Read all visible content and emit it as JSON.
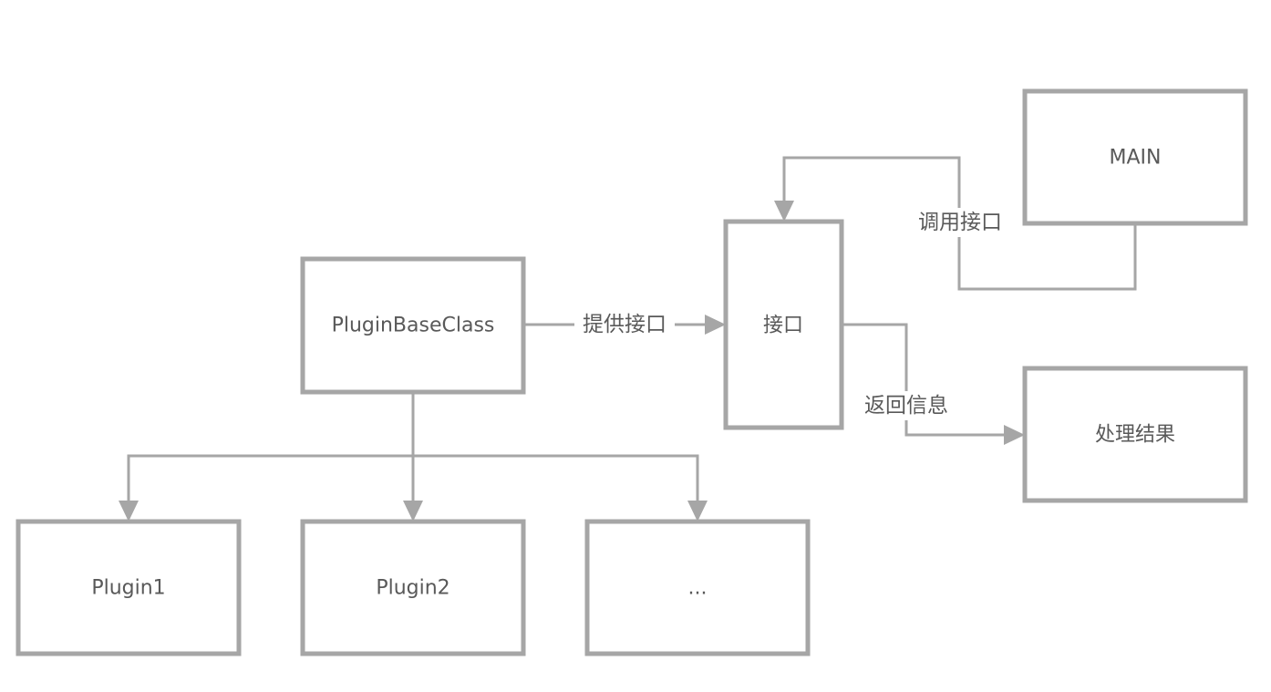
{
  "nodes": {
    "plugin_base_class": "PluginBaseClass",
    "interface": "接口",
    "main": "MAIN",
    "result": "处理结果",
    "plugin1": "Plugin1",
    "plugin2": "Plugin2",
    "more": "..."
  },
  "edges": {
    "provide_interface": "提供接口",
    "call_interface": "调用接口",
    "return_info": "返回信息"
  },
  "colors": {
    "stroke": "#a6a6a6",
    "text": "#595959",
    "background": "#ffffff"
  }
}
